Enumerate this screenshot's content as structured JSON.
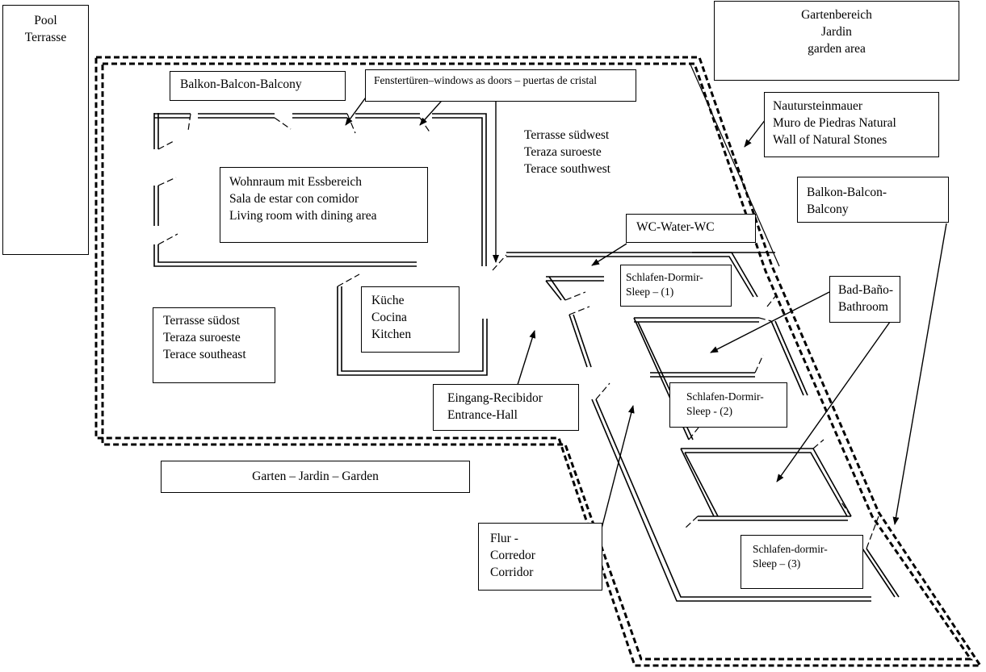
{
  "colors": {
    "ink": "#000000",
    "paper": "#ffffff"
  },
  "labels": {
    "pool": "Pool\nTerrasse",
    "garden_area": "Gartenbereich\nJardin\ngarden area",
    "balcony_top": "Balkon-Balcon-Balcony",
    "windows": "Fenstertüren–windows as doors – puertas de cristal",
    "stone_wall": "Nautursteinmauer\nMuro de Piedras Natural\nWall of Natural Stones",
    "terrace_sw": "Terrasse südwest\nTeraza suroeste\nTerace southwest",
    "living": "Wohnraum mit Essbereich\nSala de estar con comidor\nLiving room with dining area",
    "balcony_right": "Balkon-Balcon-\nBalcony",
    "wc": "WC-Water-WC",
    "sleep1": "Schlafen-Dormir-\nSleep – (1)",
    "bathroom": "Bad-Baño-\nBathroom",
    "kitchen": "Küche\nCocina\nKitchen",
    "terrace_se": "Terrasse südost\nTeraza suroeste\nTerace southeast",
    "entrance": "Eingang-Recibidor\nEntrance-Hall",
    "sleep2": "Schlafen-Dormir-\nSleep - (2)",
    "garden": "Garten – Jardin – Garden",
    "corridor": "Flur -\nCorredor\nCorridor",
    "sleep3": "Schlafen-dormir-\nSleep – (3)"
  }
}
